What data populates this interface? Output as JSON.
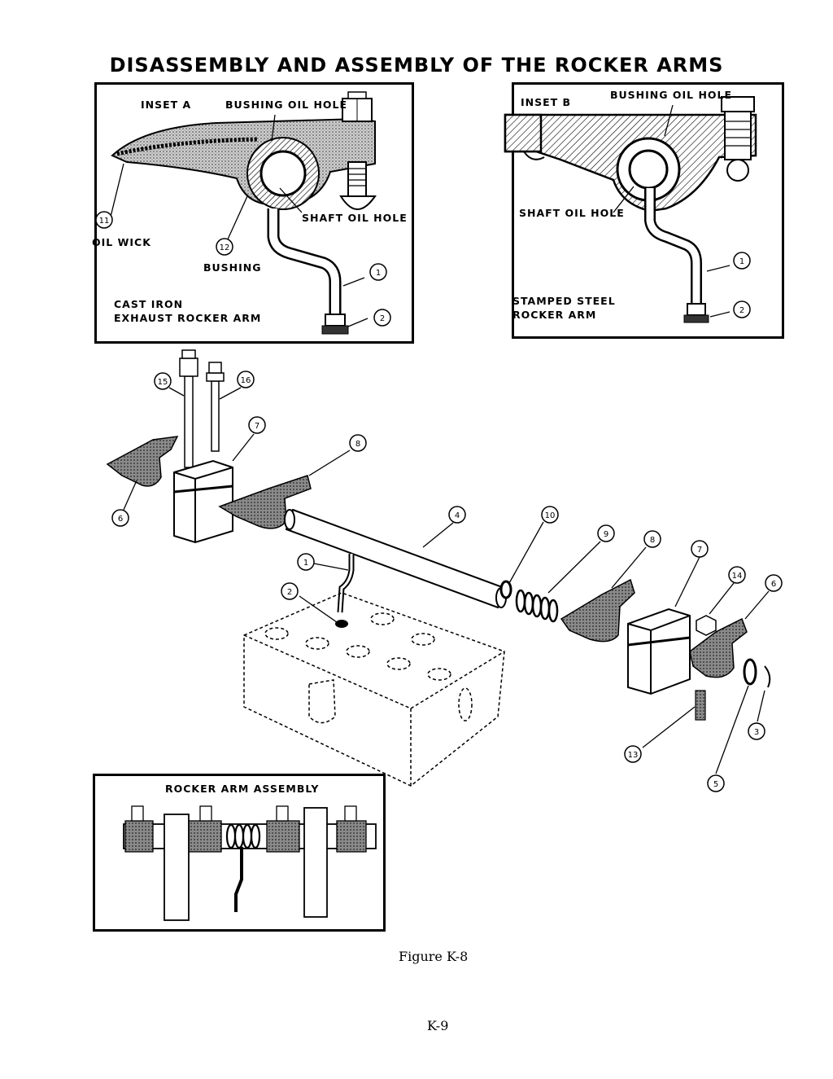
{
  "page": {
    "title": "DISASSEMBLY AND ASSEMBLY OF THE ROCKER ARMS",
    "figure_caption": "Figure K-8",
    "page_number": "K-9"
  },
  "inset_a": {
    "title": "INSET A",
    "bushing_oil_hole": "BUSHING OIL HOLE",
    "shaft_oil_hole": "SHAFT OIL HOLE",
    "oil_wick": "OIL WICK",
    "bushing": "BUSHING",
    "arm_type_line1": "CAST IRON",
    "arm_type_line2": "EXHAUST ROCKER ARM",
    "callouts": [
      "11",
      "12",
      "1",
      "2"
    ]
  },
  "inset_b": {
    "title": "INSET B",
    "bushing_oil_hole": "BUSHING OIL HOLE",
    "shaft_oil_hole": "SHAFT OIL HOLE",
    "arm_type_line1": "STAMPED STEEL",
    "arm_type_line2": "ROCKER ARM",
    "callouts": [
      "1",
      "2"
    ]
  },
  "assembly_inset": {
    "title": "ROCKER ARM ASSEMBLY"
  },
  "exploded_view": {
    "callouts": [
      "15",
      "16",
      "7",
      "8",
      "6",
      "4",
      "10",
      "9",
      "8",
      "7",
      "14",
      "6",
      "1",
      "2",
      "13",
      "3",
      "5"
    ]
  }
}
